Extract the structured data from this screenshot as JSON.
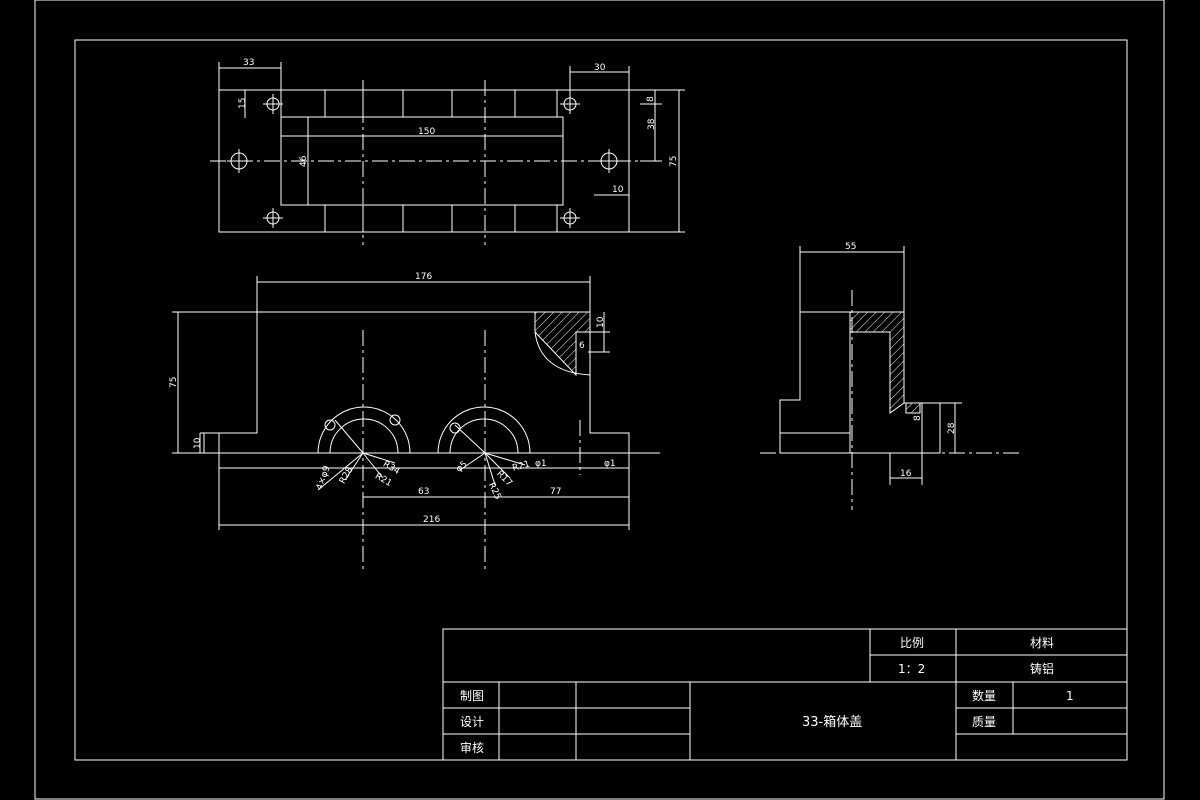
{
  "drawing": {
    "line_color": "#ffffff",
    "background_color": "#000000",
    "title_block": {
      "scale_label": "比例",
      "scale_value": "1：2",
      "material_label": "材料",
      "material_value": "铸铝",
      "drawn_by_label": "制图",
      "design_label": "设计",
      "review_label": "审核",
      "part_name": "33-箱体盖",
      "quantity_label": "数量",
      "quantity_value": "1",
      "weight_label": "质量"
    },
    "top_view_dims": {
      "d33": "33",
      "d30": "30",
      "d15": "15",
      "d8": "8",
      "d38": "38",
      "d150": "150",
      "d46": "46",
      "d75": "75",
      "d10": "10"
    },
    "front_view_dims": {
      "d176": "176",
      "d75": "75",
      "d10a": "10",
      "d6": "6",
      "d10b": "10",
      "d4x9": "4×φ9",
      "r28": "R28",
      "r34": "R34",
      "r21a": "R21",
      "d5": "φ5",
      "r25": "R25",
      "r17": "R17",
      "r21b": "R21",
      "phi1a": "φ1",
      "phi1b": "φ1",
      "d63": "63",
      "d77": "77",
      "d216": "216"
    },
    "side_view_dims": {
      "d55": "55",
      "d28": "28",
      "d8": "8",
      "d16": "16"
    }
  }
}
